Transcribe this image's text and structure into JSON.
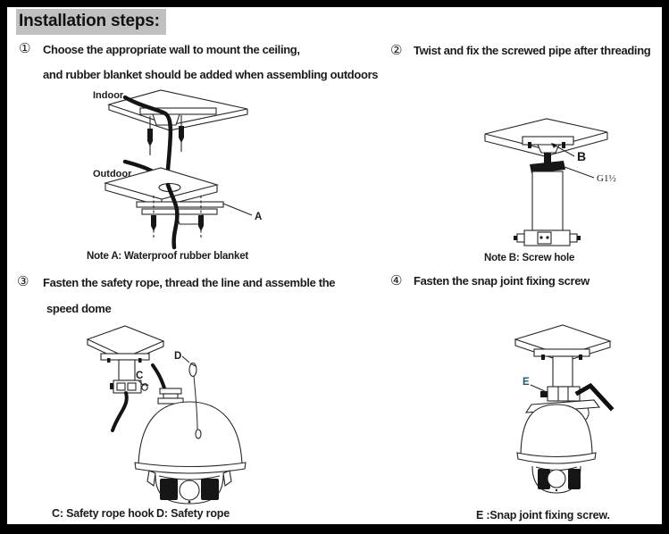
{
  "title": "Installation steps:",
  "steps": [
    {
      "num": "①",
      "lines": [
        "Choose the appropriate wall to mount the ceiling,",
        "and rubber blanket should be added when assembling outdoors"
      ]
    },
    {
      "num": "②",
      "lines": [
        "Twist and fix the screwed pipe after threading"
      ]
    },
    {
      "num": "③",
      "lines": [
        "Fasten the safety rope, thread the line and assemble the",
        "speed dome"
      ]
    },
    {
      "num": "④",
      "lines": [
        "Fasten the snap joint fixing screw"
      ]
    }
  ],
  "fig1": {
    "indoor_label": "Indoor",
    "outdoor_label": "Outdoor",
    "callout_a": "A",
    "note": "Note A: Waterproof rubber blanket"
  },
  "fig2": {
    "callout_b": "B",
    "thread_spec": "G1½",
    "note": "Note B: Screw hole"
  },
  "fig3": {
    "callout_c": "C",
    "callout_d": "D",
    "caption_c": "C: Safety rope hook",
    "caption_d": "D: Safety rope"
  },
  "fig4": {
    "callout_e": "E",
    "caption": "E :Snap joint fixing screw."
  },
  "colors": {
    "frame": "#000000",
    "paper": "#ffffff",
    "title_highlight": "#c0c0c0",
    "text": "#1c1c1c",
    "line_art": "#262626",
    "callout_e": "#1c5a6e"
  }
}
